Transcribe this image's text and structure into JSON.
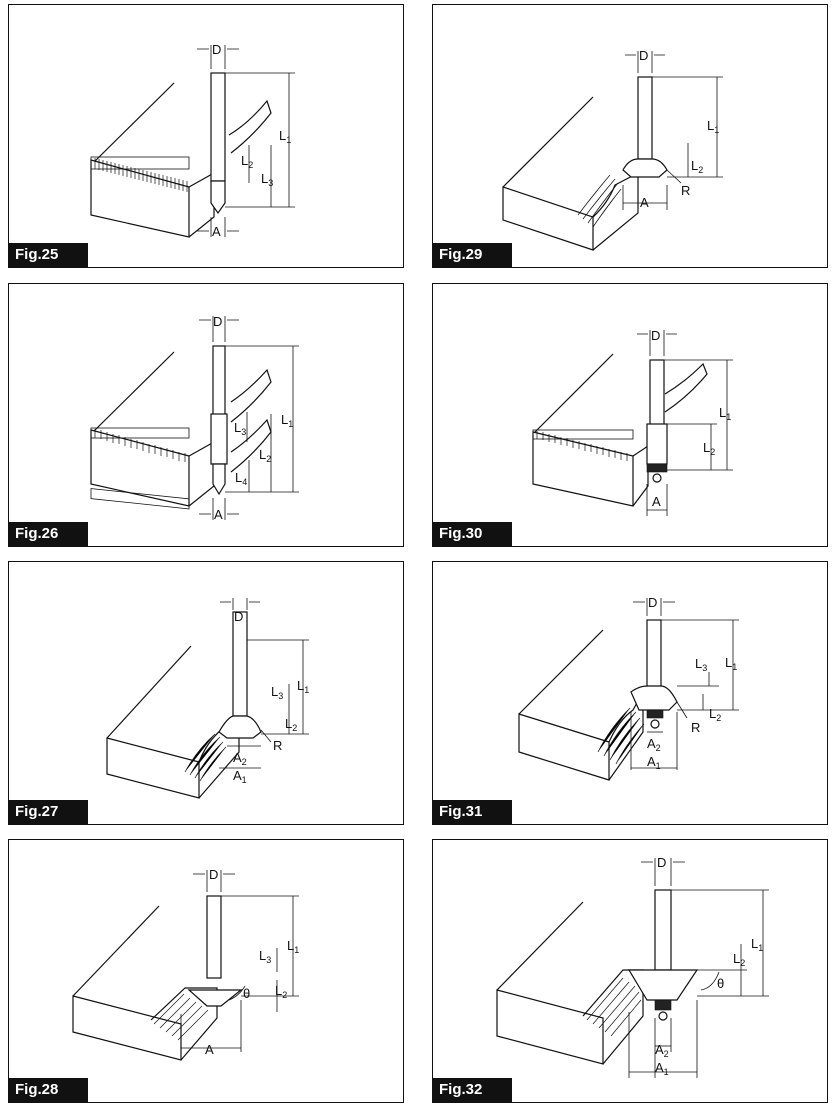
{
  "figures": [
    {
      "id": "fig25",
      "caption": "Fig.25",
      "labels": {
        "D": "D",
        "A": "A",
        "L1": "L",
        "L1sub": "1",
        "L2": "L",
        "L2sub": "2",
        "L3": "L",
        "L3sub": "3"
      }
    },
    {
      "id": "fig29",
      "caption": "Fig.29",
      "labels": {
        "D": "D",
        "A": "A",
        "R": "R",
        "L1": "L",
        "L1sub": "1",
        "L2": "L",
        "L2sub": "2"
      }
    },
    {
      "id": "fig26",
      "caption": "Fig.26",
      "labels": {
        "D": "D",
        "A": "A",
        "L1": "L",
        "L1sub": "1",
        "L2": "L",
        "L2sub": "2",
        "L3": "L",
        "L3sub": "3",
        "L4": "L",
        "L4sub": "4"
      }
    },
    {
      "id": "fig30",
      "caption": "Fig.30",
      "labels": {
        "D": "D",
        "A": "A",
        "L1": "L",
        "L1sub": "1",
        "L2": "L",
        "L2sub": "2"
      }
    },
    {
      "id": "fig27",
      "caption": "Fig.27",
      "labels": {
        "D": "D",
        "R": "R",
        "L1": "L",
        "L1sub": "1",
        "L2": "L",
        "L2sub": "2",
        "L3": "L",
        "L3sub": "3",
        "A1": "A",
        "A1sub": "1",
        "A2": "A",
        "A2sub": "2"
      }
    },
    {
      "id": "fig31",
      "caption": "Fig.31",
      "labels": {
        "D": "D",
        "R": "R",
        "L1": "L",
        "L1sub": "1",
        "L2": "L",
        "L2sub": "2",
        "L3": "L",
        "L3sub": "3",
        "A1": "A",
        "A1sub": "1",
        "A2": "A",
        "A2sub": "2"
      }
    },
    {
      "id": "fig28",
      "caption": "Fig.28",
      "labels": {
        "D": "D",
        "A": "A",
        "theta": "θ",
        "L1": "L",
        "L1sub": "1",
        "L2": "L",
        "L2sub": "2",
        "L3": "L",
        "L3sub": "3"
      }
    },
    {
      "id": "fig32",
      "caption": "Fig.32",
      "labels": {
        "D": "D",
        "theta": "θ",
        "L1": "L",
        "L1sub": "1",
        "L2": "L",
        "L2sub": "2",
        "A1": "A",
        "A1sub": "1",
        "A2": "A",
        "A2sub": "2"
      }
    }
  ]
}
